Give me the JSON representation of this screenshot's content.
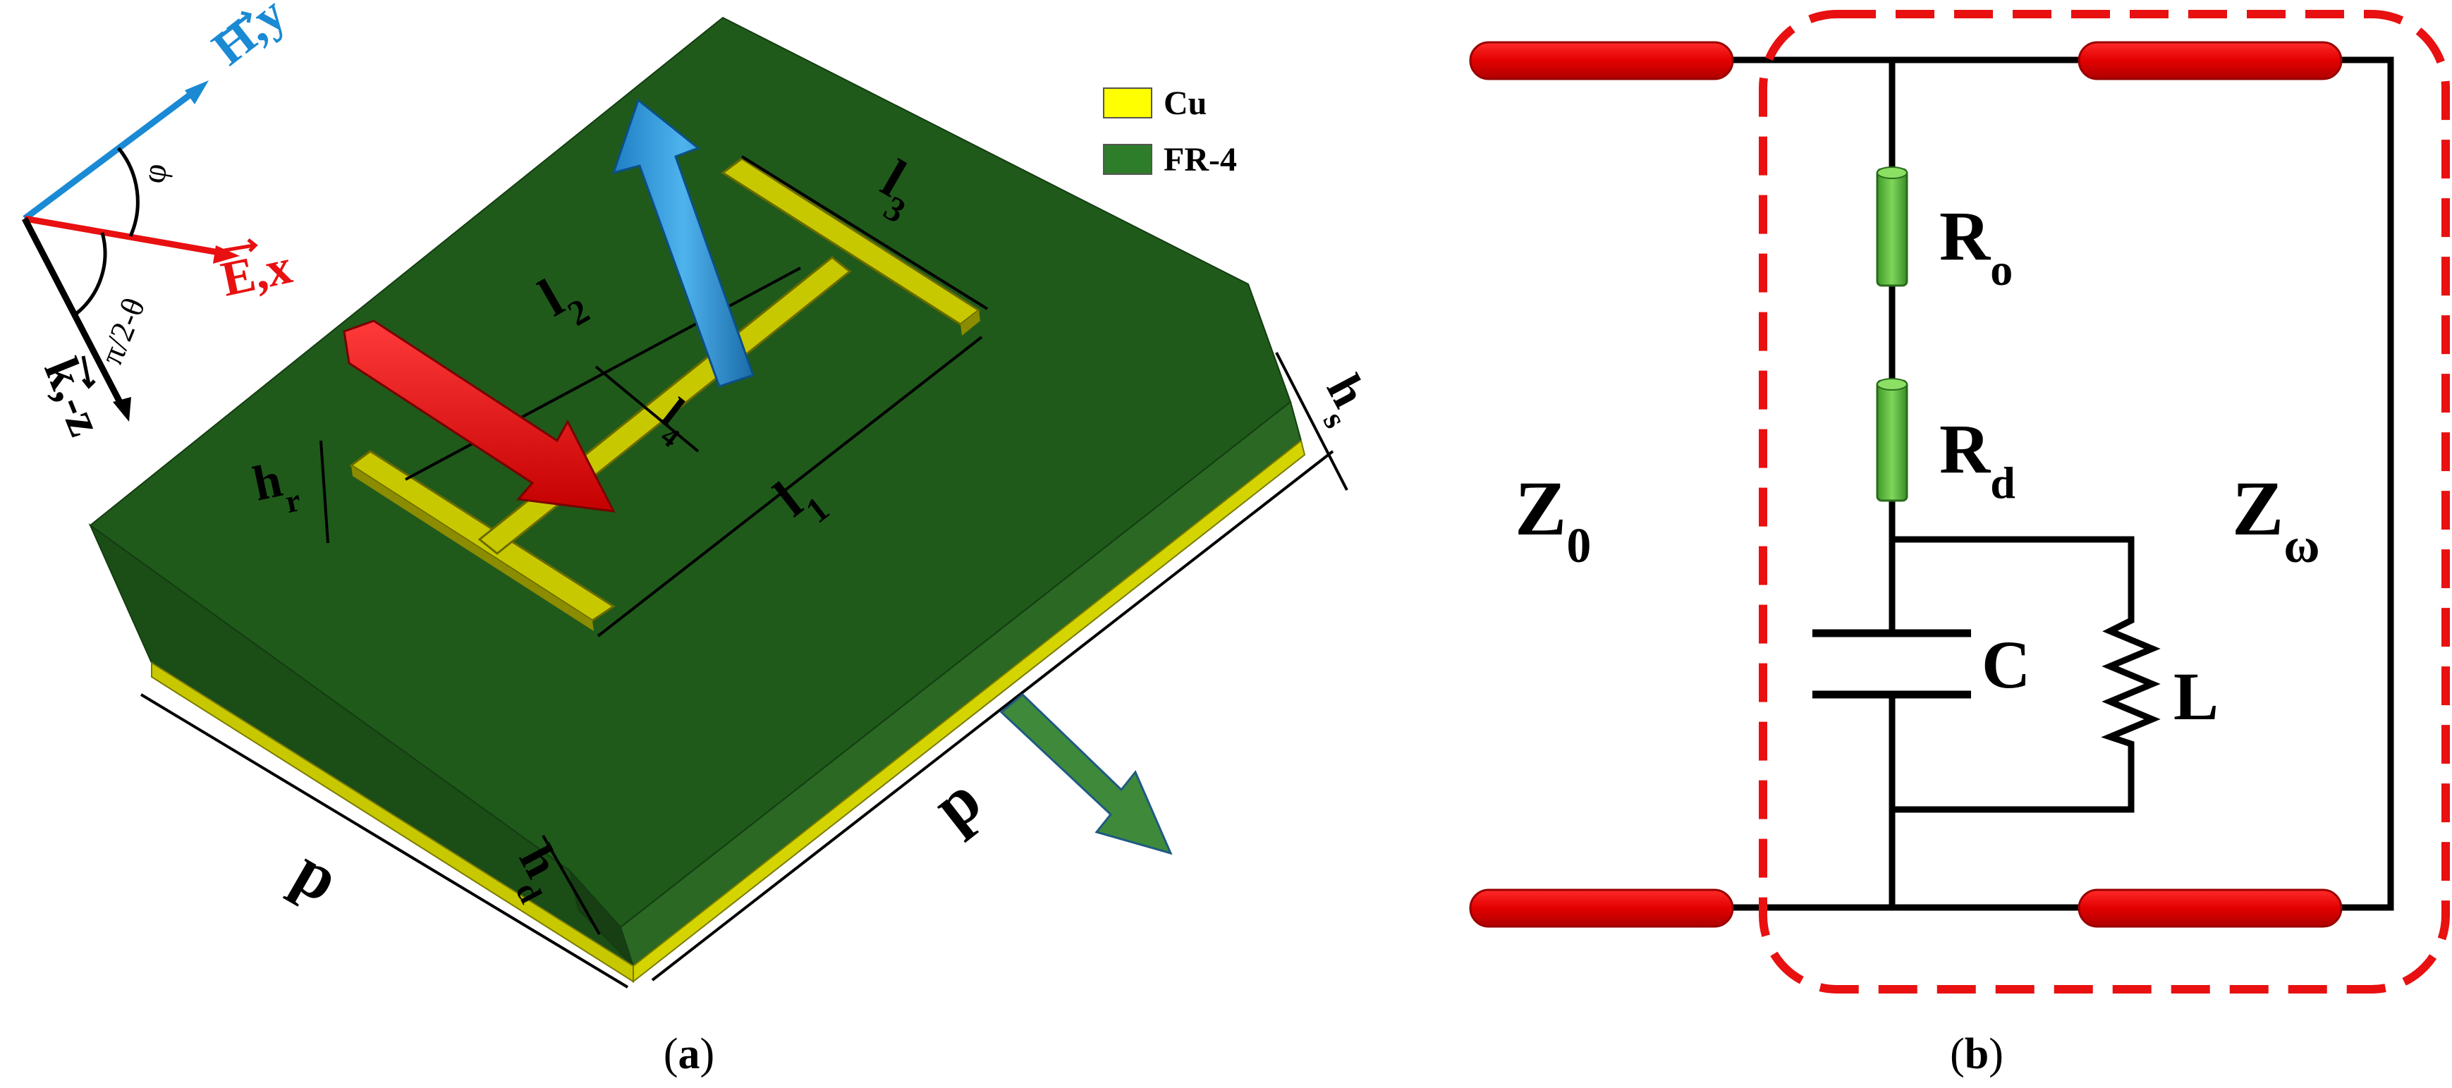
{
  "colors": {
    "substrate_top": "#1f5a1b",
    "substrate_front": "#1b4d17",
    "substrate_side": "#2d6b25",
    "copper": "#c8c800",
    "copper_legend": "#ffff00",
    "fr4_legend": "#2e7d2a",
    "h_arrow": "#1a8ad4",
    "e_arrow": "#e81010",
    "k_arrow": "#000000",
    "transmitted_arrow": "#3f8a3a",
    "resistor": "#5cbd3d",
    "terminal": "#e81010",
    "dashed_box": "#e81010"
  },
  "panel_a": {
    "caption_open": "(",
    "caption_letter": "a",
    "caption_close": ")",
    "legend": [
      {
        "label": "Cu",
        "swatch": "copper"
      },
      {
        "label": "FR-4",
        "swatch": "substrate"
      }
    ],
    "axes": {
      "h_label": "H,y",
      "e_label": "E,x",
      "k_label": "k,-z",
      "phi_label": "φ",
      "theta_label": "π/2-θ"
    },
    "dimensions": {
      "l1": {
        "main": "l",
        "sub": "1"
      },
      "l2": {
        "main": "l",
        "sub": "2"
      },
      "l3": {
        "main": "l",
        "sub": "3"
      },
      "l4": {
        "main": "l",
        "sub": "4"
      },
      "hr": {
        "main": "h",
        "sub": "r"
      },
      "hs": {
        "main": "h",
        "sub": "s"
      },
      "hd": {
        "main": "h",
        "sub": "d"
      },
      "p_left": "p",
      "p_right": "p"
    }
  },
  "panel_b": {
    "caption_open": "(",
    "caption_letter": "b",
    "caption_close": ")",
    "z0": {
      "main": "Z",
      "sub": "0"
    },
    "zw": {
      "main": "Z",
      "sub": "ω"
    },
    "ro": {
      "main": "R",
      "sub": "o"
    },
    "rd": {
      "main": "R",
      "sub": "d"
    },
    "c_label": "C",
    "l_label": "L"
  }
}
